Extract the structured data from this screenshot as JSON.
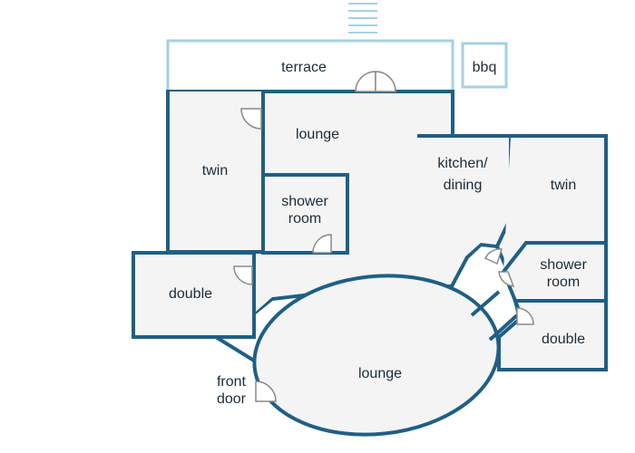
{
  "colors": {
    "wall": "#1f5f85",
    "outdoor_outline": "#a6d0e4",
    "floor": "#f4f4f4",
    "label": "#1d2b36"
  },
  "rooms": {
    "terrace": "terrace",
    "bbq": "bbq",
    "lounge_top": "lounge",
    "twin_left": "twin",
    "shower_left_1": "shower",
    "shower_left_2": "room",
    "kitchen_1": "kitchen/",
    "kitchen_2": "dining",
    "twin_right": "twin",
    "shower_right_1": "shower",
    "shower_right_2": "room",
    "double_left": "double",
    "double_right": "double",
    "lounge_main": "lounge",
    "front_door_1": "front",
    "front_door_2": "door"
  },
  "icons": [
    "steps-icon",
    "door-icon"
  ]
}
